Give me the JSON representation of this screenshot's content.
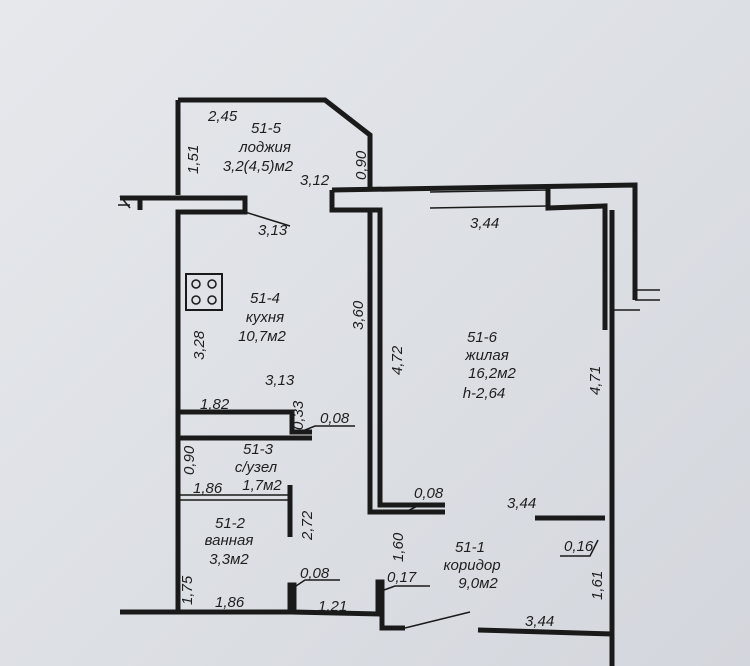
{
  "rooms": {
    "loggia": {
      "id": "51-5",
      "name": "лоджия",
      "area": "3,2(4,5)м2"
    },
    "kitchen": {
      "id": "51-4",
      "name": "кухня",
      "area": "10,7м2"
    },
    "living": {
      "id": "51-6",
      "name": "жилая",
      "area": "16,2м2",
      "height": "h-2,64"
    },
    "toilet": {
      "id": "51-3",
      "name": "с/узел",
      "area": "1,7м2"
    },
    "bathroom": {
      "id": "51-2",
      "name": "ванная",
      "area": "3,3м2"
    },
    "corridor": {
      "id": "51-1",
      "name": "коридор",
      "area": "9,0м2"
    }
  },
  "dimensions": {
    "loggia_top": "2,45",
    "loggia_left": "1,51",
    "loggia_right": "0,90",
    "loggia_bottom": "3,12",
    "kitchen_top": "3,13",
    "kitchen_right": "3,60",
    "kitchen_left": "3,28",
    "kitchen_bottom": "3,13",
    "living_top": "3,44",
    "living_left": "4,72",
    "living_right": "4,71",
    "toilet_top": "1,82",
    "toilet_niche": "0,33",
    "wall_a": "0,08",
    "toilet_left": "0,90",
    "toilet_bottom": "1,86",
    "bath_right": "2,72",
    "wall_b": "0,08",
    "bath_left": "1,75",
    "bath_bottom": "1,86",
    "wall_c": "0,08",
    "corridor_left": "1,60",
    "corridor_bottom": "1,21",
    "wall_d": "0,17",
    "corridor_top": "3,44",
    "wall_e": "0,16",
    "corridor_right": "1,61",
    "corridor_bottom2": "3,44"
  }
}
